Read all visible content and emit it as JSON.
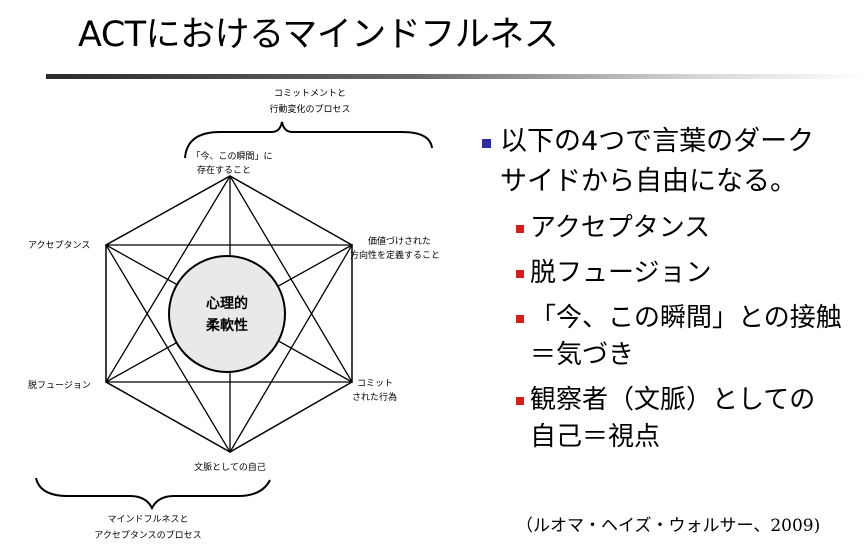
{
  "slide": {
    "title": "ACTにおけるマインドフルネス",
    "citation": "（ルオマ・ヘイズ・ウォルサー、2009)"
  },
  "diagram": {
    "center_label": [
      "心理的",
      "柔軟性"
    ],
    "top_group": [
      "コミットメントと",
      "行動変化のプロセス"
    ],
    "bottom_group": [
      "マインドフルネスと",
      "アクセプタンスのプロセス"
    ],
    "nodes": {
      "top": [
        "「今、この瞬間」に",
        "存在すること"
      ],
      "upper_left": "アクセプタンス",
      "upper_right": [
        "価値づけされた",
        "方向性を定義すること"
      ],
      "lower_left": "脱フュージョン",
      "lower_right": [
        "コミット",
        "された行為"
      ],
      "bottom": "文脈としての自己"
    }
  },
  "bullets": {
    "main": [
      "以下の4つで言葉のダーク",
      "サイドから自由になる。"
    ],
    "items": [
      [
        "アクセプタンス"
      ],
      [
        "脱フュージョン"
      ],
      [
        "「今、この瞬間」との接触",
        "＝気づき"
      ],
      [
        "観察者（文脈）としての",
        "自己＝視点"
      ]
    ]
  },
  "colors": {
    "main_bullet": "#2e2ea0",
    "sub_bullet": "#d81c1c",
    "title_rule": "#2b2b2b"
  }
}
